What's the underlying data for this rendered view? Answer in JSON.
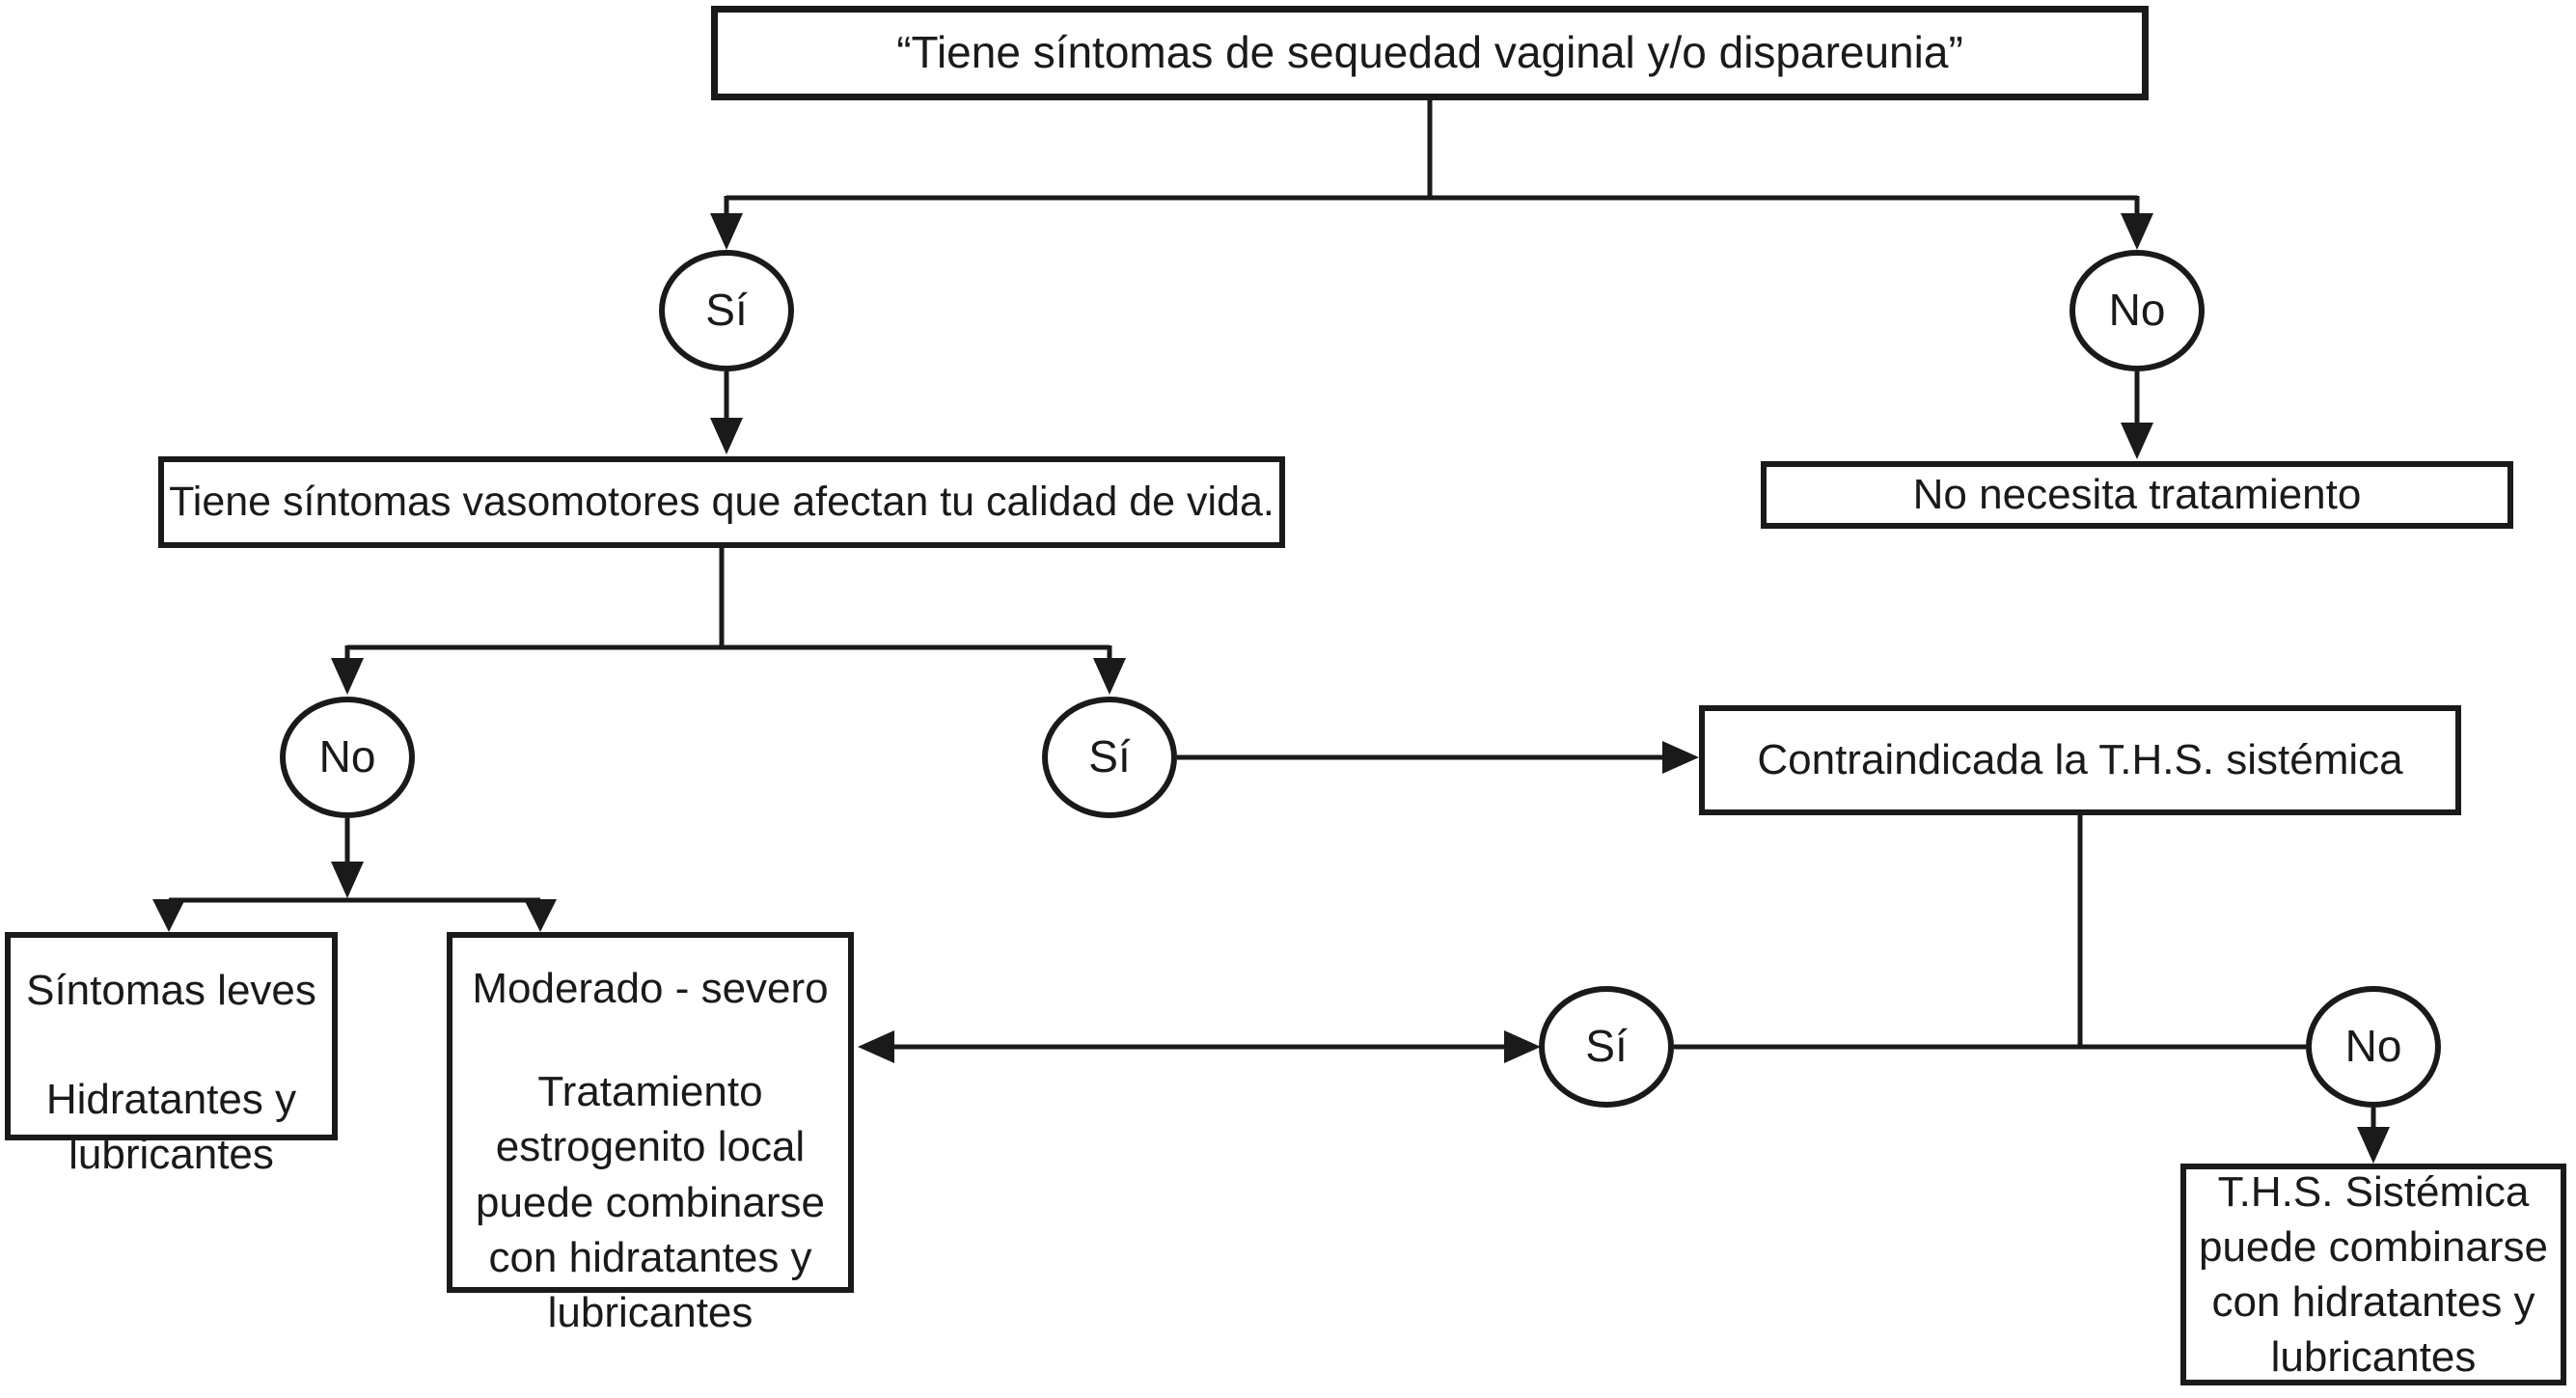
{
  "palette": {
    "background": "#ffffff",
    "ink": "#1a1a1a"
  },
  "flowchart": {
    "root_question": "“Tiene síntomas de sequedad vaginal y/o dispareunia”",
    "level1": {
      "yes_label": "Sí",
      "no_label": "No"
    },
    "no_treatment": "No necesita tratamiento",
    "vasomotor_question": "Tiene síntomas vasomotores que afectan tu calidad de vida.",
    "level2": {
      "no_label": "No",
      "yes_label": "Sí"
    },
    "contraindicated": "Contraindicada la T.H.S. sistémica",
    "mild": {
      "title": "Síntomas leves",
      "treatment": "Hidratantes y lubricantes"
    },
    "moderate_severe": {
      "title": "Moderado - severo",
      "treatment": "Tratamiento estrogenito local puede combinarse con hidratantes y lubricantes"
    },
    "level3": {
      "yes_label": "Sí",
      "no_label": "No"
    },
    "ths_systemic": "T.H.S. Sistémica puede combinarse con hidratantes y lubricantes"
  }
}
